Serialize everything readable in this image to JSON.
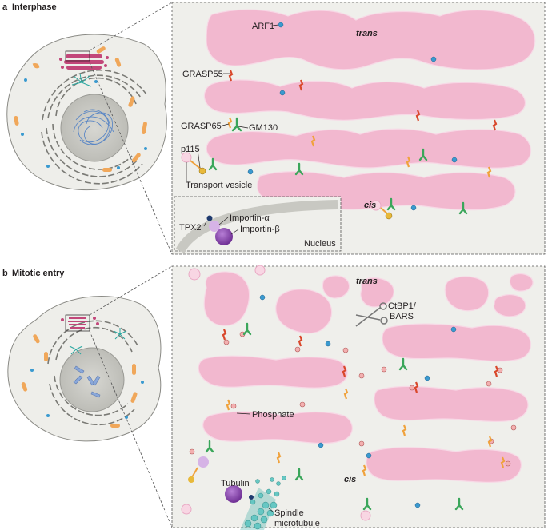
{
  "panel_a": {
    "letter": "a",
    "title": "Interphase",
    "labels": {
      "arf1": "ARF1",
      "trans": "trans",
      "grasp55": "GRASP55",
      "grasp65": "GRASP65",
      "gm130": "GM130",
      "p115": "p115",
      "transport_vesicle": "Transport vesicle",
      "cis": "cis",
      "tpx2": "TPX2",
      "importin_alpha": "Importin-α",
      "importin_beta": "Importin-β",
      "nucleus": "Nucleus"
    }
  },
  "panel_b": {
    "letter": "b",
    "title": "Mitotic entry",
    "labels": {
      "trans": "trans",
      "ctbp1": "CtBP1/",
      "bars": "BARS",
      "phosphate": "Phosphate",
      "tubulin": "Tubulin",
      "cis": "cis",
      "spindle": "Spindle",
      "microtubule": "microtubule"
    }
  },
  "colors": {
    "cisterna": "#f2b8cf",
    "cell": "#eeeeea",
    "nucleus": "#cfcfca",
    "grasp55": "#d9482b",
    "grasp65": "#f0a23c",
    "gm130": "#3aa65a",
    "arf1": "#3a9ad0",
    "importin_beta": "#8e44b5",
    "importin_alpha": "#d6b3e6",
    "tpx2": "#1f3a6e",
    "phosphate": "#e58a8a",
    "spindle": "#2aa7a0"
  }
}
